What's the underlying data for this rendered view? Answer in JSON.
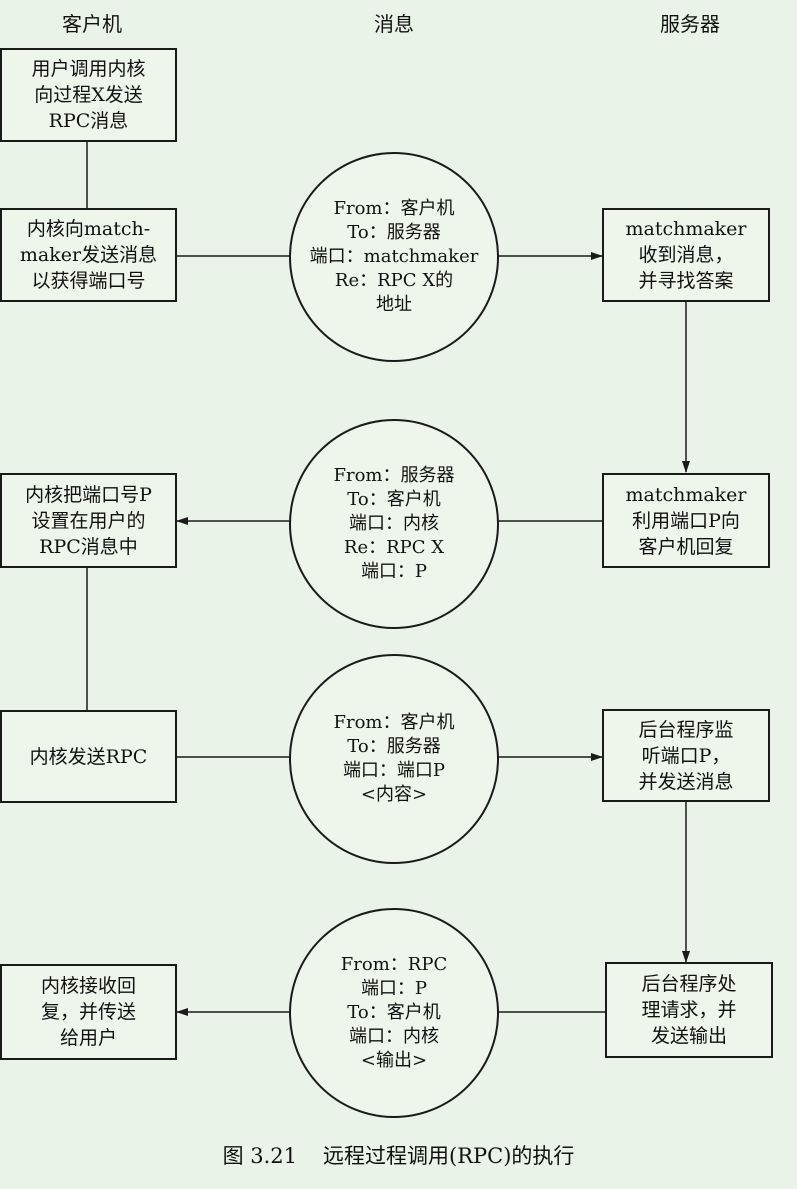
{
  "columns": {
    "client": "客户机",
    "message": "消息",
    "server": "服务器"
  },
  "client_boxes": [
    {
      "lines": [
        "用户调用内核",
        "向过程X发送",
        "RPC消息"
      ]
    },
    {
      "lines": [
        "内核向match-",
        "maker发送消息",
        "以获得端口号"
      ]
    },
    {
      "lines": [
        "内核把端口号P",
        "设置在用户的",
        "RPC消息中"
      ]
    },
    {
      "lines": [
        "内核发送RPC"
      ]
    },
    {
      "lines": [
        "内核接收回",
        "复，并传送",
        "给用户"
      ]
    }
  ],
  "messages": [
    {
      "lines": [
        "From：客户机",
        "To：服务器",
        "端口：matchmaker",
        "Re：RPC X的",
        "地址"
      ]
    },
    {
      "lines": [
        "From：服务器",
        "To：客户机",
        "端口：内核",
        "Re：RPC X",
        "端口：P"
      ]
    },
    {
      "lines": [
        "From：客户机",
        "To：服务器",
        "端口：端口P",
        "<内容>"
      ]
    },
    {
      "lines": [
        "From：RPC",
        "端口：P",
        "To：客户机",
        "端口：内核",
        "<输出>"
      ]
    }
  ],
  "server_boxes": [
    {
      "lines": [
        "matchmaker",
        "收到消息，",
        "并寻找答案"
      ]
    },
    {
      "lines": [
        "matchmaker",
        "利用端口P向",
        "客户机回复"
      ]
    },
    {
      "lines": [
        "后台程序监",
        "听端口P，",
        "并发送消息"
      ]
    },
    {
      "lines": [
        "后台程序处",
        "理请求，并",
        "发送输出"
      ]
    }
  ],
  "caption": {
    "number": "图 3.21",
    "title": "远程过程调用(RPC)的执行"
  },
  "colors": {
    "background": "#eaf3e7",
    "stroke": "#1a1a1a"
  }
}
